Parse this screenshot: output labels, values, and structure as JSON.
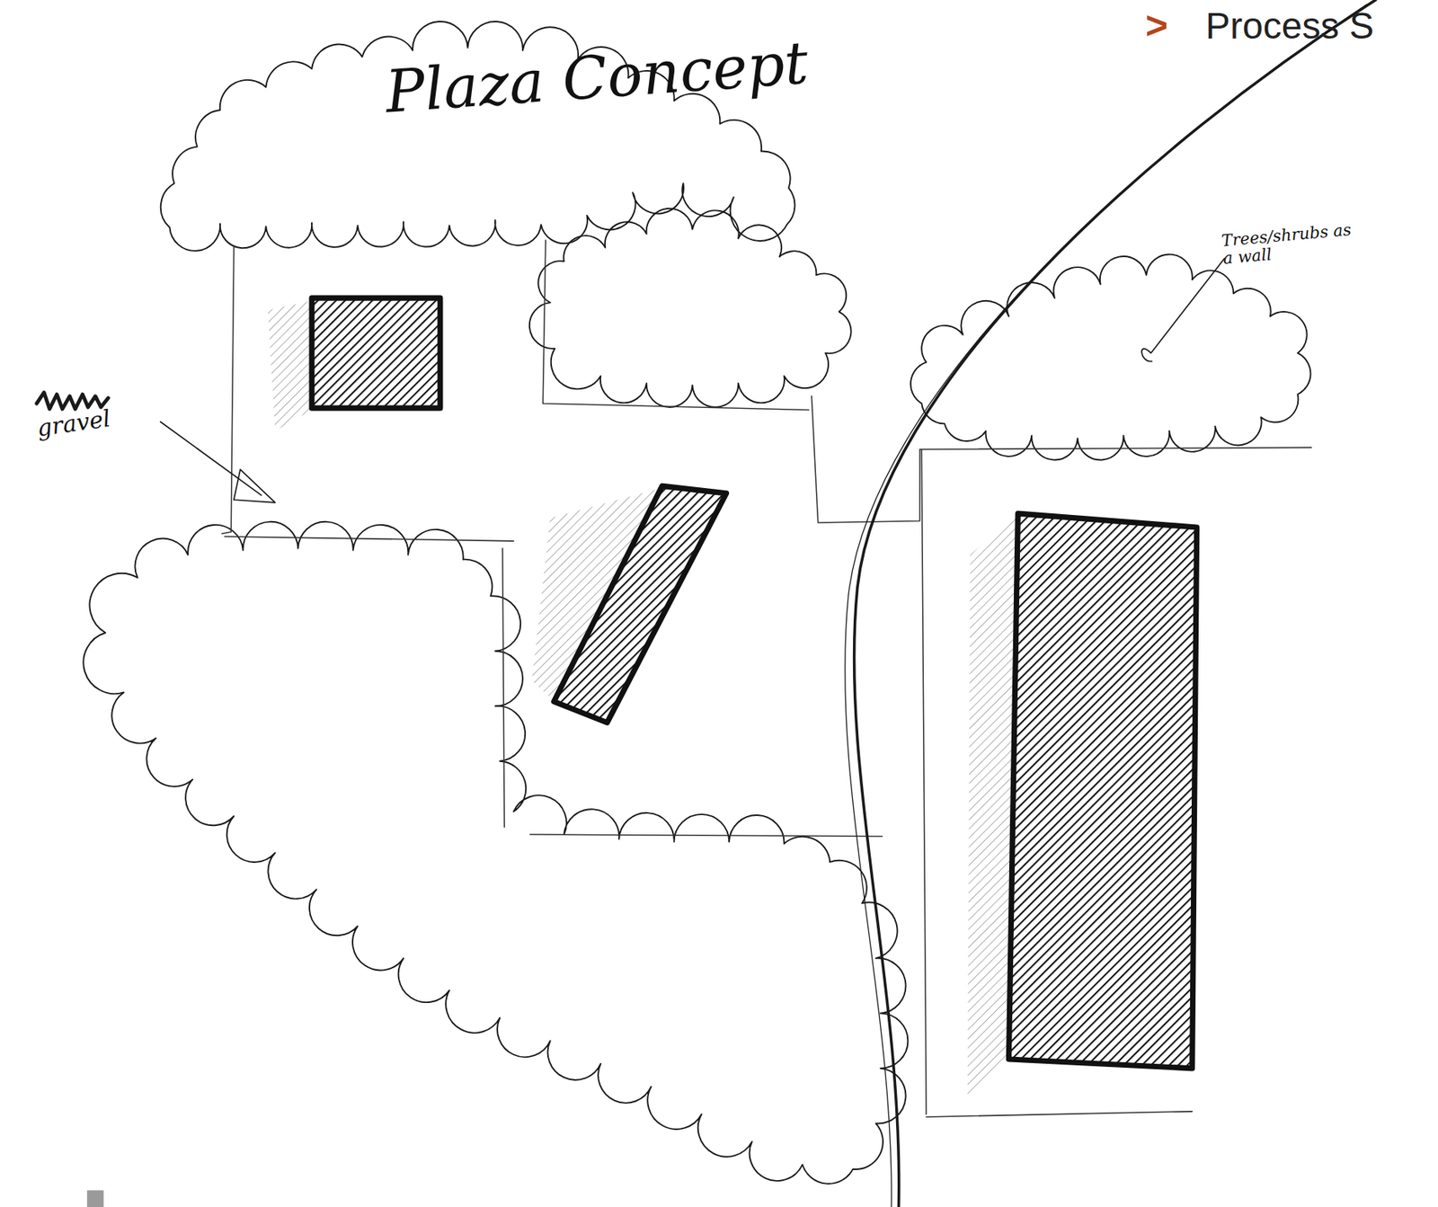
{
  "diagram": {
    "title": "Plaza Concept",
    "labels": [
      ">",
      "Process S",
      "gravel",
      "Trees/shrubs as a wall"
    ]
  }
}
